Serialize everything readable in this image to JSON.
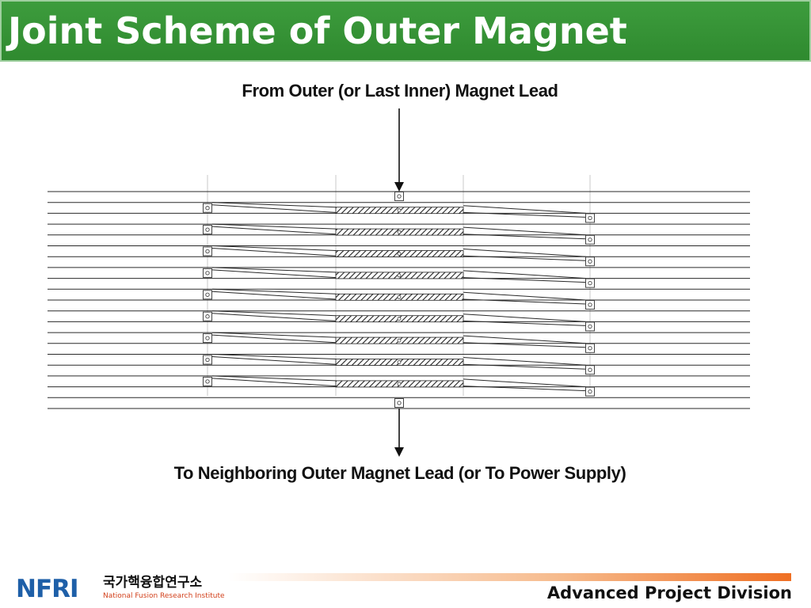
{
  "slide": {
    "title": "Joint Scheme of Outer Magnet",
    "footer": "Advanced Project Division"
  },
  "diagram": {
    "top_label": "From Outer (or Last Inner) Magnet Lead",
    "bottom_label": "To Neighboring Outer Magnet Lead (or To Power Supply)",
    "joint_count": 9
  },
  "logo": {
    "mark": "NFRI",
    "korean_name": "국가핵융합연구소",
    "english_name": "National Fusion Research Institute"
  },
  "colors": {
    "title_bar": "#3a963a",
    "hatch": "#222222",
    "accent_bar": "#ef6f23",
    "logo_blue": "#1e5fa8",
    "logo_red": "#d2401b"
  }
}
